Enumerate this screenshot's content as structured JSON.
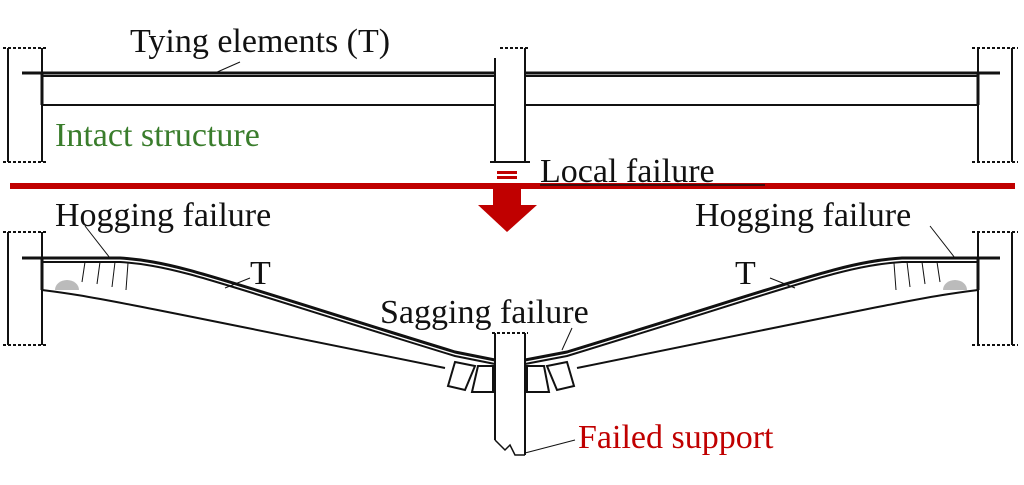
{
  "labels": {
    "tying": "Tying elements (T)",
    "intact": "Intact structure",
    "local_failure": "Local failure",
    "hogging_left": "Hogging failure",
    "hogging_right": "Hogging failure",
    "t_left": "T",
    "t_right": "T",
    "sagging": "Sagging failure",
    "failed_support": "Failed support"
  },
  "colors": {
    "intact_text": "#3a7d2c",
    "failure_red": "#c00000",
    "line": "#111111"
  }
}
